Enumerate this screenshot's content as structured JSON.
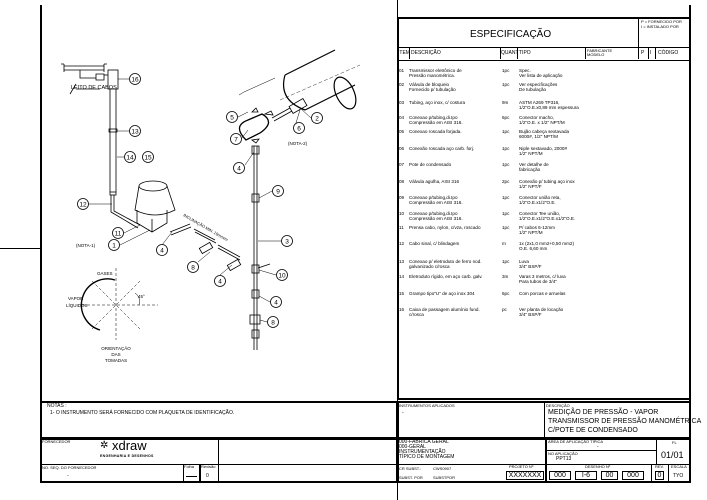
{
  "spec": {
    "title": "ESPECIFICAÇÃO",
    "legend": [
      "P = FORNECIDO POR",
      "I = INSTALADO POR"
    ],
    "headers": {
      "item": "ITEM",
      "description": "DESCRIÇÃO",
      "quantity": "QUANT",
      "type": "TIPO",
      "manufacturer": "FABRICANTE MODELO",
      "p": "P",
      "i": "I",
      "code": "CÓDIGO"
    },
    "rows": [
      {
        "item": "01",
        "description": "Transmissor eletrônico de\nPressão manométrica.",
        "quantity": "1pc",
        "type": "Spec.\nVer lista de aplicação"
      },
      {
        "item": "02",
        "description": "Válvula de bloqueio\nFornecido p/ tubulação",
        "quantity": "1pc",
        "type": "Ver especificações\nDe tubulação"
      },
      {
        "item": "03",
        "description": "Tubing, aço inox, c/ costura",
        "quantity": "9m",
        "type": "ASTM A269 TP316,\n1/2\"O.E.x0,89 mm espessura"
      },
      {
        "item": "04",
        "description": "Conexao p/tubing,di.Ipo\nCompressão em AISI 316.",
        "quantity": "6pc",
        "type": "Conector macho,\n1/2\"O.E. x 1/2\" NPT/M"
      },
      {
        "item": "05",
        "description": "Conexao roscada forjada.",
        "quantity": "1pc",
        "type": "Bujão cabeça sextavada\n6000#, 1/2\" NPT/M"
      },
      {
        "item": "06",
        "description": "Conexão roscada aço carb. forj.",
        "quantity": "1pc",
        "type": "Niple sextavado, 2000#\n1/2\" NPT/M"
      },
      {
        "item": "07",
        "description": "Pote de condensado",
        "quantity": "1pc",
        "type": "Ver detalhe de\nfabricação"
      },
      {
        "item": "08",
        "description": "Válvula agulha, AISI 316",
        "quantity": "2pc",
        "type": "Conexão p/ tubing aço inox\n1/2\" NPT/F"
      },
      {
        "item": "09",
        "description": "Conexao p/tubing,di.Ipo\nCompressão em AISI 316.",
        "quantity": "1pc",
        "type": "Conector união reta,\n1/2\"O.E.x1/2\"O.E."
      },
      {
        "item": "10",
        "description": "Conexao p/tubing,di.Ipo\nCompressão em AISI 316.",
        "quantity": "1pc",
        "type": "Conector Tee união,\n1/2\"O.E.x1/2\"O.E.x1/2\"O.E."
      },
      {
        "item": "11",
        "description": "Prensa cabo, nylon, c/vza, roscado",
        "quantity": "1pc",
        "type": "P/ cabos 6-12mm\n1/2\" NPT/M"
      },
      {
        "item": "12",
        "description": "Cabo sinal, c/ blindagem",
        "quantity": "m",
        "type": "1x (2x1,0 mm2+0,50 mm2)\nO.E. 6,60 mm"
      },
      {
        "item": "13",
        "description": "Conexao p/ eletroduto de ferro nod.\ngalvanizado c/rosca",
        "quantity": "1pc",
        "type": "Luva\n3/4\" BSP/F"
      },
      {
        "item": "14",
        "description": "Eletroduto rígido, em aço carb. galv.",
        "quantity": "3m",
        "type": "Varas 3 metros, c/ luva\nPara tubos de 3/4\""
      },
      {
        "item": "15",
        "description": "Grampo tipo\"U\" de aço inox 304",
        "quantity": "6pc",
        "type": "Com porcas e arruelas"
      },
      {
        "item": "16",
        "description": "Caixa de passagem alumínio fund.\nc/rosca",
        "quantity": "pc",
        "type": "Ver planta de locação\n3/4\" BSP/F"
      }
    ]
  },
  "drawing": {
    "cable_tray_label": "LEITO DE CABOS",
    "note1_ref": "(NOTA-1)",
    "note2_ref": "(NOTA-2)",
    "slope_label": "INCLINAÇÃO MIN. 10mm/m",
    "orientation": {
      "gases": "GASES",
      "vapor": "VAPOR",
      "liquids": "LÍQUIDOS",
      "angle": "45°",
      "caption_1": "ORIENTAÇÃO",
      "caption_2": "DAS",
      "caption_3": "TOMADAS"
    },
    "balloons": [
      "16",
      "13",
      "14",
      "15",
      "12",
      "11",
      "1",
      "4",
      "8",
      "5",
      "7",
      "4",
      "2",
      "6",
      "9",
      "3",
      "10",
      "4",
      "8",
      "4"
    ]
  },
  "notes": {
    "title": "NOTAS :",
    "items": [
      "1- O INSTRUMENTO SERÁ FORNECIDO COM PLAQUETA DE IDENTIFICAÇÃO."
    ]
  },
  "title_block": {
    "supplier_label": "FORNECEDOR",
    "logo_text": "xdraw",
    "logo_tagline": "ENGENHARIA E DESENHOS",
    "seq_label": "NO. SEQ. DO FORNECEDOR",
    "seq_value": "-",
    "sheet_label": "Folha",
    "revision_label": "Revisão",
    "revision_value": "0",
    "instruments_label": "INSTRUMENTOS APLICADOS",
    "instruments_value": "-",
    "description_label": "DESCRIÇÃO",
    "description_lines": [
      "MEDIÇÃO DE PRESSÃO - VAPOR",
      "TRANSMISSOR DE PRESSÃO MANOMÉTRICA",
      "C/POTE DE CONDENSADO"
    ],
    "org_lines": [
      "000-FÁBRICA GERAL",
      "000-GERAL",
      "INSTRUMENTAÇÃO",
      "TÍPICO DE MONTAGEM"
    ],
    "area_label": "ÁREA DE APLICAÇÃO TÍPICA",
    "area_value": "-",
    "application_label": "NO APLICAÇÃO",
    "application_value": "PPT13",
    "sheet_no_label": "FL",
    "sheet_no": "01/01",
    "subst_label": "CR SUBST.:",
    "subst_value": "CWS0907",
    "subst_by_label": "SUBST. POR",
    "subst_by_value": "SUBSTPOR",
    "project_label": "PROJETO Nº",
    "project_value": "XXXXXXX",
    "drawing_label": "DESENHO Nº",
    "drawing_parts": [
      "000",
      "I-6",
      "00",
      "000"
    ],
    "rev_label": "REV.",
    "rev_value": "0",
    "scale_label": "ESCALA",
    "scale_value": "TYO"
  }
}
